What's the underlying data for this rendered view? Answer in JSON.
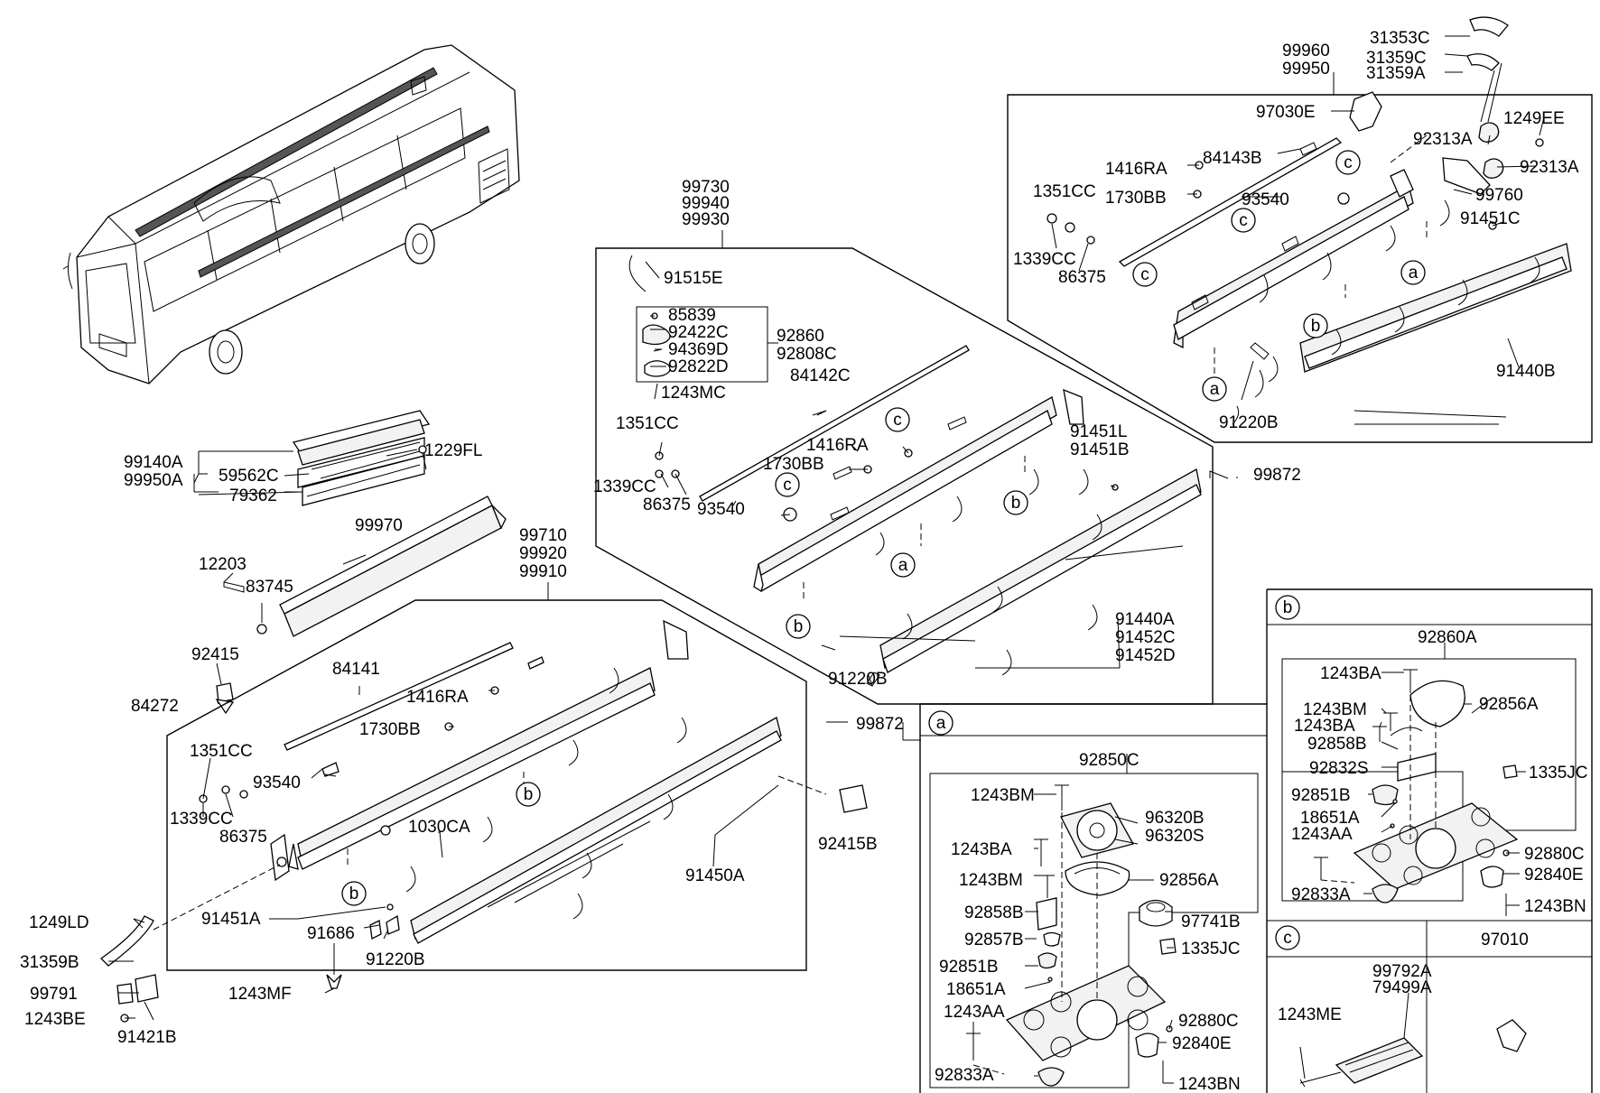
{
  "labels": {
    "l99960": "99960",
    "l99950": "99950",
    "l31353C": "31353C",
    "l31359C": "31359C",
    "l31359A": "31359A",
    "l97030E": "97030E",
    "l1249EE": "1249EE",
    "l92313A_1": "92313A",
    "l92313A_2": "92313A",
    "l1416RA_1": "1416RA",
    "l84143B": "84143B",
    "l1351CC_1": "1351CC",
    "l1730BB_1": "1730BB",
    "l93540_1": "93540",
    "l99760": "99760",
    "l91451C": "91451C",
    "l1339CC_1": "1339CC",
    "l86375_1": "86375",
    "l91440B": "91440B",
    "l91220B_1": "91220B",
    "l99730": "99730",
    "l99940": "99940",
    "l99930": "99930",
    "l91515E": "91515E",
    "l85839": "85839",
    "l92422C": "92422C",
    "l94369D": "94369D",
    "l92822D": "92822D",
    "l92860": "92860",
    "l92808C": "92808C",
    "l1243MC": "1243MC",
    "l84142C": "84142C",
    "l1351CC_2": "1351CC",
    "l1416RA_2": "1416RA",
    "l1730BB_2": "1730BB",
    "l1339CC_2": "1339CC",
    "l86375_2": "86375",
    "l93540_2": "93540",
    "l91451L": "91451L",
    "l91451B": "91451B",
    "l91440A": "91440A",
    "l91452C": "91452C",
    "l91452D": "91452D",
    "l91220B_2": "91220B",
    "l99872_1": "99872",
    "l99872_2": "99872",
    "l99140A": "99140A",
    "l99950A": "99950A",
    "l59562C": "59562C",
    "l79362": "79362",
    "l1229FL": "1229FL",
    "l99970": "99970",
    "l12203": "12203",
    "l83745": "83745",
    "l92415": "92415",
    "l84272": "84272",
    "l99710": "99710",
    "l99920": "99920",
    "l99910": "99910",
    "l84141": "84141",
    "l1416RA_3": "1416RA",
    "l1730BB_3": "1730BB",
    "l1351CC_3": "1351CC",
    "l93540_3": "93540",
    "l1339CC_3": "1339CC",
    "l86375_3": "86375",
    "l1030CA": "1030CA",
    "l91450A": "91450A",
    "l92415B": "92415B",
    "l91451A": "91451A",
    "l91686": "91686",
    "l91220B_3": "91220B",
    "l1249LD": "1249LD",
    "l31359B": "31359B",
    "l99791": "99791",
    "l1243BE": "1243BE",
    "l91421B": "91421B",
    "l1243MF": "1243MF",
    "l92850C": "92850C",
    "l1243BM_1": "1243BM",
    "l96320B": "96320B",
    "l96320S": "96320S",
    "l1243BA_1": "1243BA",
    "l1243BM_2": "1243BM",
    "l92856A_1": "92856A",
    "l92858B_1": "92858B",
    "l97741B": "97741B",
    "l92857B": "92857B",
    "l1335JC_1": "1335JC",
    "l92851B_1": "92851B",
    "l18651A_1": "18651A",
    "l1243AA_1": "1243AA",
    "l92880C_1": "92880C",
    "l92840E_1": "92840E",
    "l92833A_1": "92833A",
    "l1243BN_1": "1243BN",
    "l92860A": "92860A",
    "l1243BA_2": "1243BA",
    "l92856A_2": "92856A",
    "l1243BM_3": "1243BM",
    "l1243BA_3": "1243BA",
    "l92858B_2": "92858B",
    "l92832S": "92832S",
    "l1335JC_2": "1335JC",
    "l92851B_2": "92851B",
    "l18651A_2": "18651A",
    "l1243AA_2": "1243AA",
    "l92880C_2": "92880C",
    "l92840E_2": "92840E",
    "l92833A_2": "92833A",
    "l1243BN_2": "1243BN",
    "l99792A": "99792A",
    "l79499A": "79499A",
    "l1243ME": "1243ME",
    "l97010": "97010"
  },
  "callouts": {
    "a": "a",
    "b": "b",
    "c": "c"
  },
  "sections": {
    "sec_a": "a",
    "sec_b": "b",
    "sec_c": "c"
  }
}
